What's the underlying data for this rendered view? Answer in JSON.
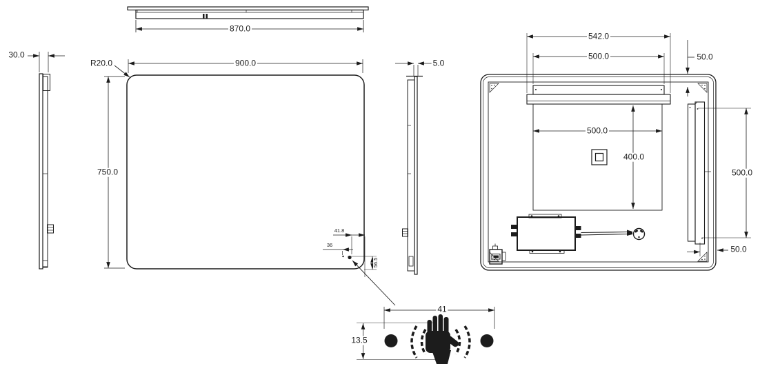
{
  "colors": {
    "line": "#1c1c1c",
    "background": "#ffffff"
  },
  "icons": {
    "motion_hand": "hand-wave-motion-sensor-icon",
    "sensor_waves": "sensor-wave-arcs-icon",
    "power_plug": "power-plug-icon",
    "junction_box": "junction-box-icon",
    "driver_box": "led-driver-box-icon",
    "touch_switch": "touch-switch-icon"
  },
  "views": {
    "top": {
      "overall_width": "870.0"
    },
    "side_left": {
      "overall_depth": "30.0"
    },
    "front": {
      "corner_radius": "R20.0",
      "width": "900.0",
      "height": "750.0",
      "sensor_offset_right": "41.8",
      "sensor_spacing": "36",
      "sensor_offset_bottom": "56.5"
    },
    "side_right": {
      "glass_thickness": "5.0"
    },
    "back": {
      "bracket_outer_width": "542.0",
      "bracket_inner_width": "500.0",
      "bracket_top_offset": "50.0",
      "cutout_width": "500.0",
      "cutout_height": "400.0",
      "side_bracket_height": "500.0",
      "side_bracket_offset": "50.0"
    },
    "detail": {
      "sensor_zone_width": "41",
      "sensor_zone_height": "13.5"
    }
  }
}
